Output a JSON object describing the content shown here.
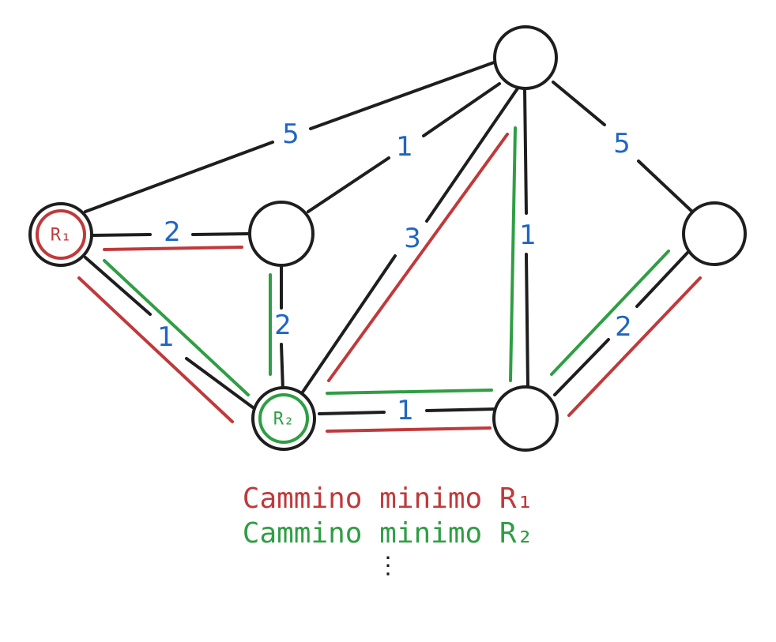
{
  "diagram": {
    "weights": {
      "r1_top": "5",
      "mid_top": "1",
      "top_right": "5",
      "r1_mid": "2",
      "r1_r2": "1",
      "mid_r2": "2",
      "r2_top": "3",
      "top_br": "1",
      "r2_br": "1",
      "right_br": "2"
    },
    "routers": {
      "r1": "R₁",
      "r2": "R₂"
    }
  },
  "legend": {
    "red_label": "Cammino minimo R₁",
    "green_label": "Cammino minimo R₂",
    "continuation": "⋮"
  },
  "colors": {
    "path_r1": "#c0393b",
    "path_r2": "#2f9e44",
    "weight_text": "#1f66c1",
    "edge": "#1e1e1e"
  }
}
